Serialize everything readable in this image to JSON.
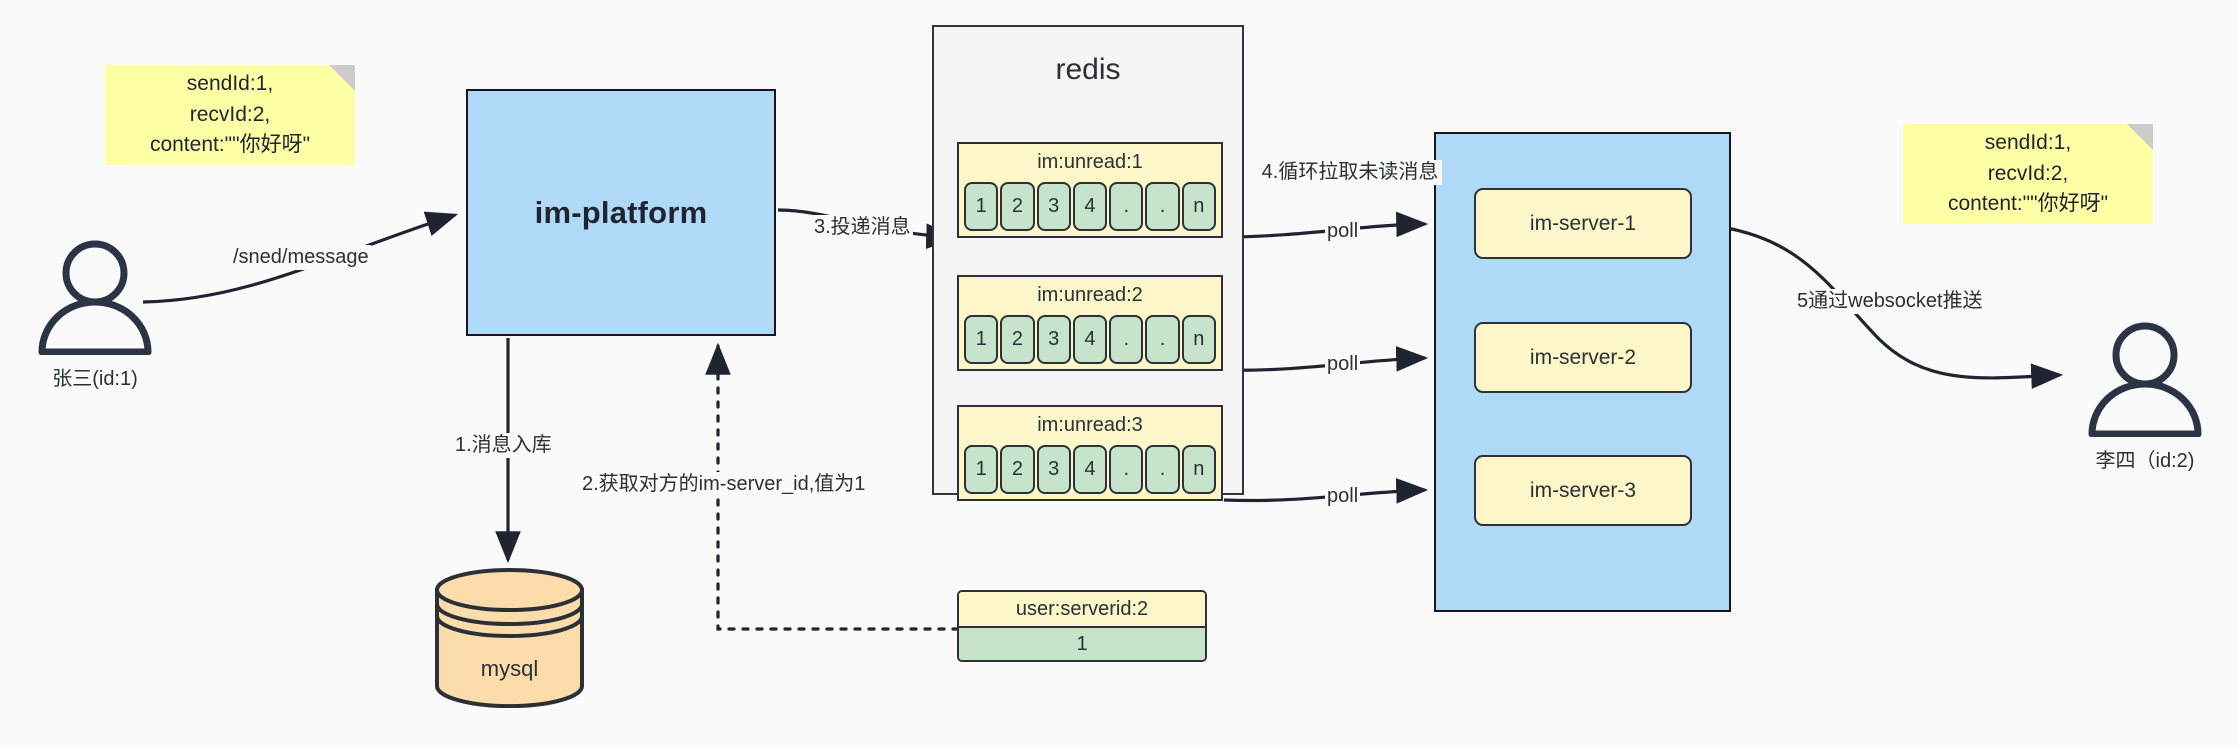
{
  "diagram": {
    "title": "IM message delivery architecture",
    "background": "#fafafa",
    "colors": {
      "note": "#ffffa6",
      "blue": "#b0d9f7",
      "yellow": "#fdf6c8",
      "green": "#c6e3cb",
      "orange": "#fcdcab",
      "stroke": "#2d3036"
    }
  },
  "notes": {
    "left": "sendId:1,\nrecvId:2,\ncontent:\"\"你好呀\"",
    "right": "sendId:1,\nrecvId:2,\ncontent:\"\"你好呀\""
  },
  "actors": {
    "sender": {
      "label": "张三(id:1)"
    },
    "receiver": {
      "label": "李四（id:2)"
    }
  },
  "platform": {
    "label": "im-platform"
  },
  "database": {
    "label": "mysql"
  },
  "redis": {
    "title": "redis",
    "lists": [
      {
        "key": "im:unread:1",
        "cells": [
          "1",
          "2",
          "3",
          "4",
          ".",
          ".",
          "n"
        ]
      },
      {
        "key": "im:unread:2",
        "cells": [
          "1",
          "2",
          "3",
          "4",
          ".",
          ".",
          "n"
        ]
      },
      {
        "key": "im:unread:3",
        "cells": [
          "1",
          "2",
          "3",
          "4",
          ".",
          ".",
          "n"
        ]
      }
    ],
    "kv": {
      "key": "user:serverid:2",
      "value": "1"
    }
  },
  "servers": {
    "items": [
      {
        "label": "im-server-1"
      },
      {
        "label": "im-server-2"
      },
      {
        "label": "im-server-3"
      }
    ]
  },
  "edge_labels": {
    "send_message": "/sned/message",
    "step1": "1.消息入库",
    "step2": "2.获取对方的im-server_id,值为1",
    "step3": "3.投递消息",
    "step4": "4.循环拉取未读消息",
    "step5": "5通过websocket推送",
    "poll1": "poll",
    "poll2": "poll",
    "poll3": "poll"
  }
}
